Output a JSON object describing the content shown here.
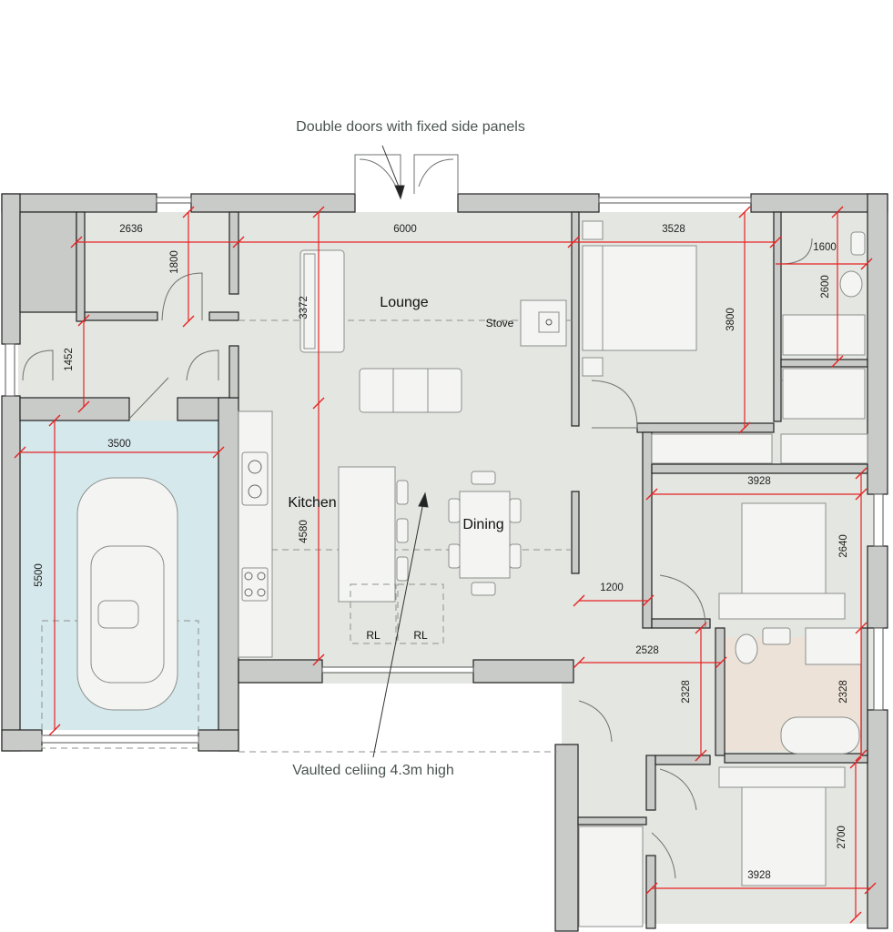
{
  "annotations": {
    "double_doors": "Double doors with fixed side panels",
    "vaulted": "Vaulted celiing 4.3m high"
  },
  "rooms": {
    "lounge": "Lounge",
    "stove": "Stove",
    "kitchen": "Kitchen",
    "dining": "Dining",
    "rl1": "RL",
    "rl2": "RL"
  },
  "dimensions": {
    "d2636": "2636",
    "d1800": "1800",
    "d6000": "6000",
    "d3372": "3372",
    "d3528": "3528",
    "d3800": "3800",
    "d1600": "1600",
    "d2600": "2600",
    "d1452": "1452",
    "d3500": "3500",
    "d5500": "5500",
    "d4580": "4580",
    "d3928a": "3928",
    "d2640": "2640",
    "d1200": "1200",
    "d2528": "2528",
    "d2328a": "2328",
    "d2328b": "2328",
    "d2700": "2700",
    "d3928b": "3928"
  },
  "colors": {
    "wall": "#c9cbc9",
    "floor": "#e4e6e1",
    "garage": "#d5e8ec",
    "dimension": "#e52424"
  }
}
